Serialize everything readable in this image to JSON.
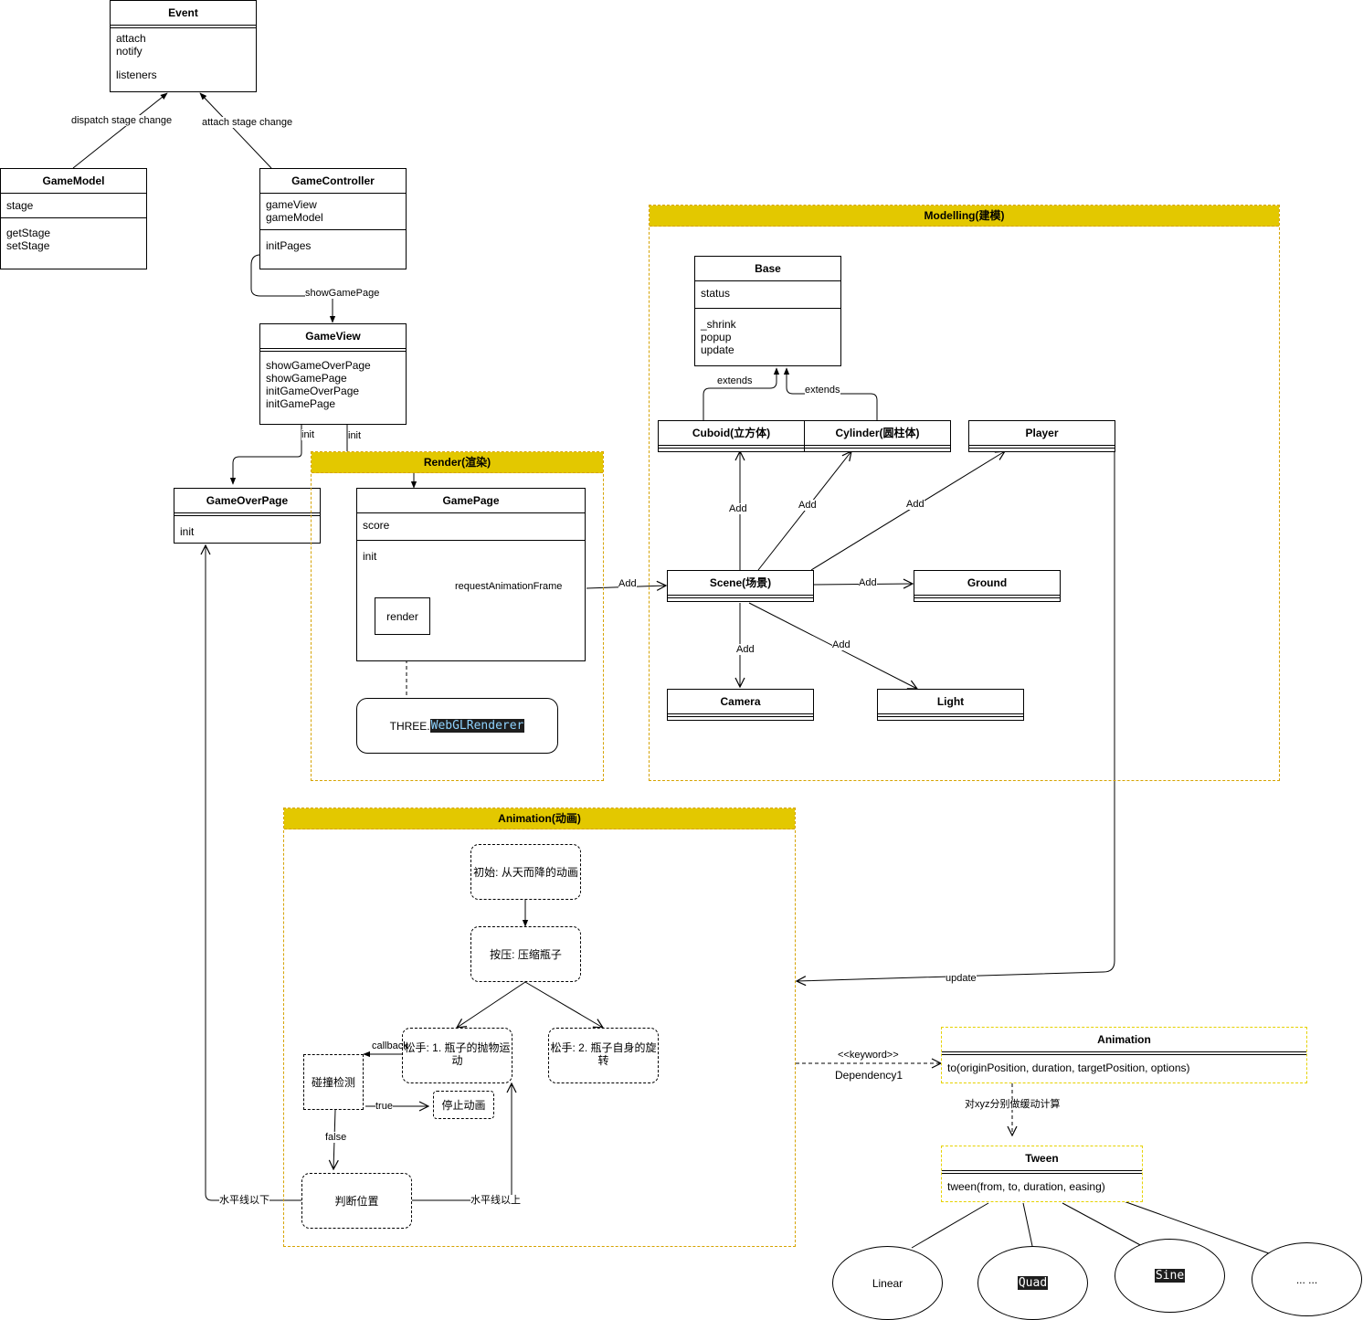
{
  "event": {
    "title": "Event",
    "methods": [
      "attach",
      "notify"
    ],
    "fields": [
      "listeners"
    ]
  },
  "game_model": {
    "title": "GameModel",
    "fields": [
      "stage"
    ],
    "methods": [
      "getStage",
      "setStage"
    ]
  },
  "game_controller": {
    "title": "GameController",
    "fields": [
      "gameView",
      "gameModel"
    ],
    "methods": [
      "initPages"
    ]
  },
  "game_view": {
    "title": "GameView",
    "methods": [
      "showGameOverPage",
      "showGamePage",
      "initGameOverPage",
      "initGamePage"
    ]
  },
  "game_over_page": {
    "title": "GameOverPage",
    "methods": [
      "init"
    ]
  },
  "render_frame": {
    "title": "Render(渲染)"
  },
  "game_page": {
    "title": "GamePage",
    "fields": [
      "score"
    ],
    "methods": [
      "init"
    ],
    "render_label": "render"
  },
  "three_renderer": {
    "prefix": "THREE.",
    "code": "WebGLRenderer"
  },
  "modelling_frame": {
    "title": "Modelling(建模)"
  },
  "base": {
    "title": "Base",
    "fields": [
      "status"
    ],
    "methods": [
      "_shrink",
      "popup",
      "update"
    ]
  },
  "model_boxes": {
    "cuboid": "Cuboid(立方体)",
    "cylinder": "Cylinder(圆柱体)",
    "player": "Player",
    "scene": "Scene(场景)",
    "ground": "Ground",
    "camera": "Camera",
    "light": "Light"
  },
  "animation_frame": {
    "title": "Animation(动画)"
  },
  "anim_steps": {
    "initial": "初始: 从天而降的动画",
    "press": "按压: 压缩瓶子",
    "release1": "松手: 1. 瓶子的抛物运动",
    "release2": "松手: 2. 瓶子自身的旋转",
    "collision": "碰撞检测",
    "stop": "停止动画",
    "judge": "判断位置"
  },
  "animation_class": {
    "title": "Animation",
    "method": "to(originPosition, duration, targetPosition, options)"
  },
  "tween_class": {
    "title": "Tween",
    "method": "tween(from, to, duration, easing)"
  },
  "easings": {
    "linear": "Linear",
    "quad": "Quad",
    "sine": "Sine",
    "more": "... ..."
  },
  "labels": {
    "dispatch": "dispatch stage change",
    "attach": "attach stage change",
    "show_game_page": "showGamePage",
    "init": "init",
    "request_anim_frame": "requestAnimationFrame",
    "add": "Add",
    "extends": "extends",
    "update": "update",
    "callback": "callback",
    "true": "true",
    "false": "false",
    "below": "水平线以下",
    "above": "水平线以上",
    "keyword": "<<keyword>>",
    "dependency": "Dependency1",
    "xyz": "对xyz分别做缓动计算"
  }
}
